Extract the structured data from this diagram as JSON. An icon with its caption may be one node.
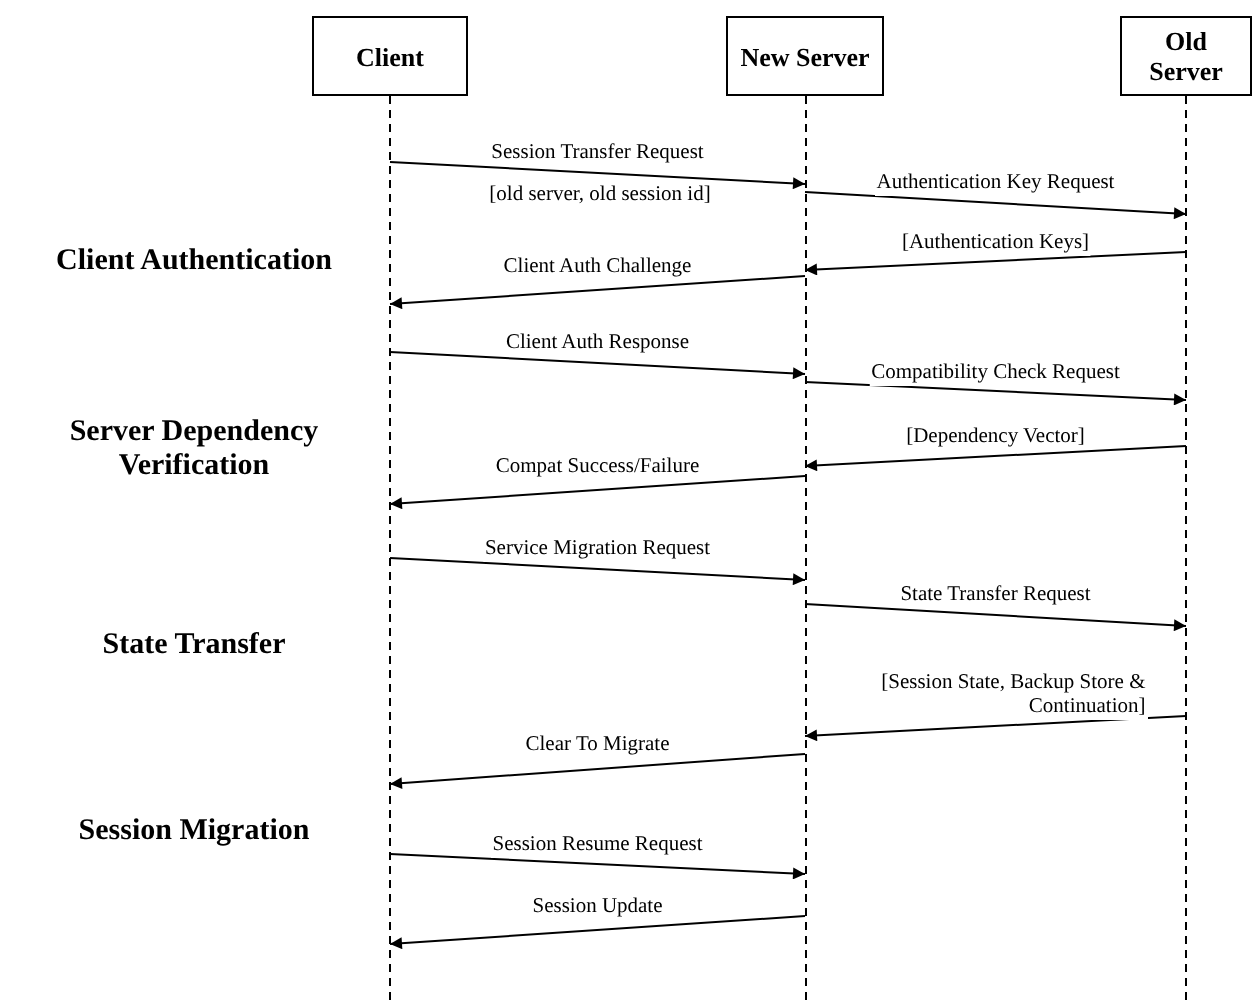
{
  "diagram": {
    "nodes": [
      {
        "text": [
          "Client"
        ]
      },
      {
        "text": [
          "New Server"
        ]
      },
      {
        "text": [
          "Old Server"
        ]
      }
    ],
    "edges": [
      {
        "from": 0,
        "to": 1,
        "arrow": "to",
        "label": "Session Transfer Request"
      },
      {
        "from": 1,
        "to": 2,
        "arrow": "to",
        "label": "Authentication Key Request"
      },
      {
        "from": 2,
        "to": 1,
        "arrow": "to",
        "label": "[Authentication Keys]"
      },
      {
        "from": 1,
        "to": 0,
        "arrow": "to",
        "label": "Client Auth Challenge"
      },
      {
        "from": 0,
        "to": 1,
        "arrow": "to",
        "label": "Client Auth Response"
      },
      {
        "from": 1,
        "to": 2,
        "arrow": "to",
        "label": "Compatibility Check Request"
      },
      {
        "from": 2,
        "to": 1,
        "arrow": "to",
        "label": "[Dependency Vector]"
      },
      {
        "from": 1,
        "to": 0,
        "arrow": "to",
        "label": "Compat Success/Failure"
      },
      {
        "from": 0,
        "to": 1,
        "arrow": "to",
        "label": "Service Migration Request"
      },
      {
        "from": 1,
        "to": 2,
        "arrow": "to",
        "label": "State Transfer Request"
      },
      {
        "from": 2,
        "to": 1,
        "arrow": "to",
        "label": "[Session State, Backup Store & Continuation]"
      },
      {
        "from": 1,
        "to": 0,
        "arrow": "to",
        "label": "Clear To Migrate"
      },
      {
        "from": 0,
        "to": 1,
        "arrow": "to",
        "label": "Session Resume Request"
      },
      {
        "from": 1,
        "to": 0,
        "arrow": "to",
        "label": "Session Update"
      }
    ],
    "labels": [
      "[old server, old session id]",
      "Client Authentication",
      "Server Dependency Verification",
      "State Transfer",
      "Session Migration"
    ]
  }
}
